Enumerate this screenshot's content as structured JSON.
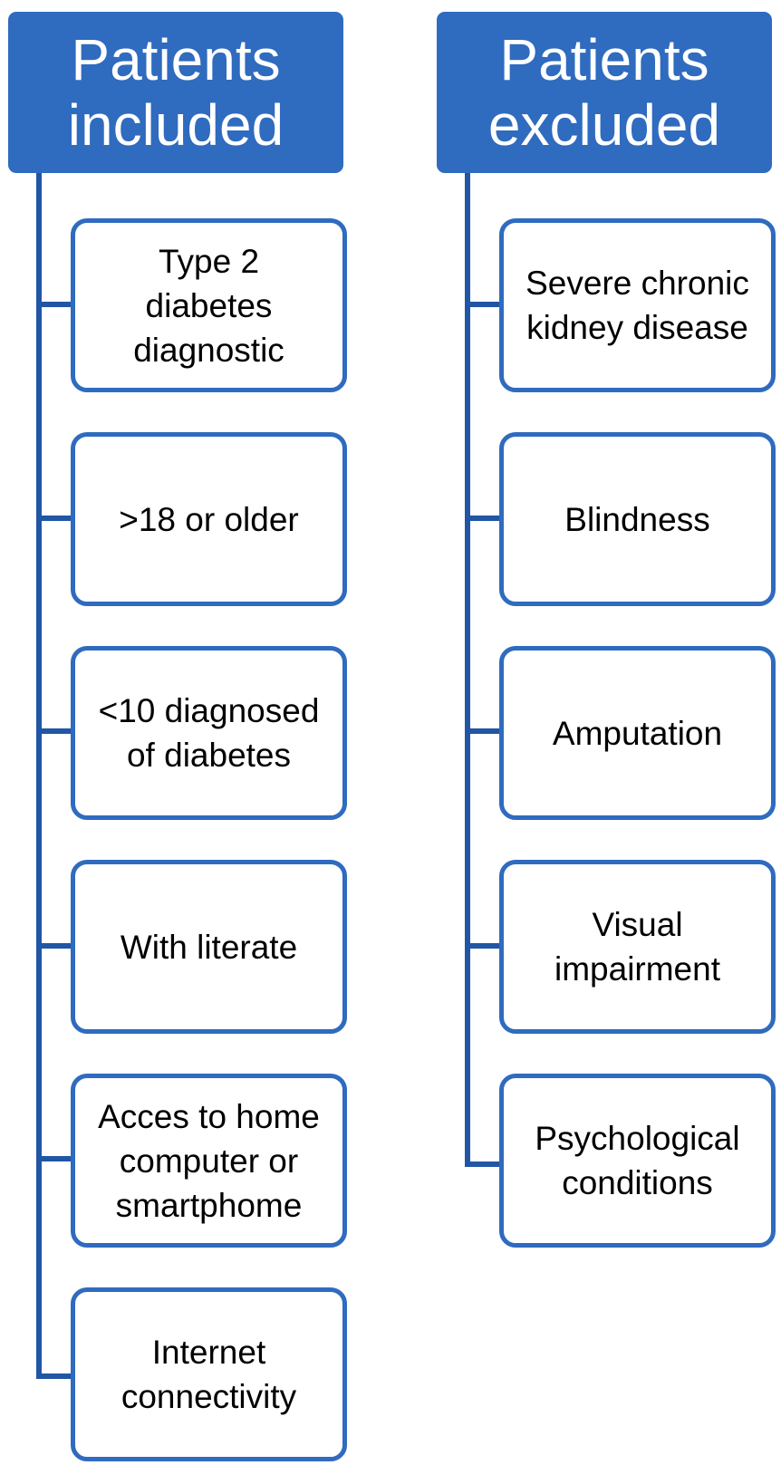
{
  "included": {
    "header": [
      "Patients",
      "included"
    ],
    "criteria": [
      [
        "Type 2",
        "diabetes",
        "diagnostic"
      ],
      [
        ">18 or older"
      ],
      [
        "<10 diagnosed",
        "of diabetes"
      ],
      [
        "With literate"
      ],
      [
        "Acces to home",
        "computer or",
        "smartphome"
      ],
      [
        "Internet",
        "connectivity"
      ]
    ]
  },
  "excluded": {
    "header": [
      "Patients",
      "excluded"
    ],
    "criteria": [
      [
        "Severe chronic",
        "kidney disease"
      ],
      [
        "Blindness"
      ],
      [
        "Amputation"
      ],
      [
        "Visual",
        "impairment"
      ],
      [
        "Psychological",
        "conditions"
      ]
    ]
  },
  "colors": {
    "header_fill": "#2f6bbf",
    "box_border": "#2f6bbf",
    "connector": "#2156a5"
  }
}
